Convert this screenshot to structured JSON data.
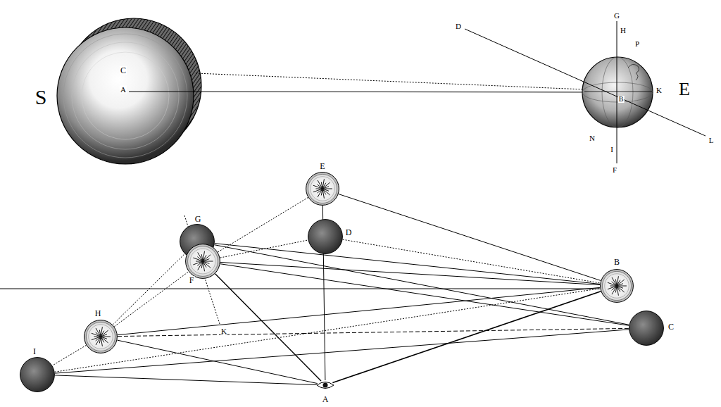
{
  "diagram": {
    "nodes": [
      {
        "text": [
          "E"
        ]
      },
      {
        "text": [
          "G"
        ]
      },
      {
        "text": [
          "D"
        ]
      },
      {
        "text": [
          "F"
        ]
      },
      {
        "text": [
          "B"
        ]
      },
      {
        "text": [
          "C"
        ]
      },
      {
        "text": [
          "H"
        ]
      },
      {
        "text": [
          "I"
        ]
      },
      {
        "text": [
          "A"
        ]
      }
    ],
    "edges": [
      {
        "from": 8,
        "to": 0,
        "arrow": "none"
      },
      {
        "from": 8,
        "to": 3,
        "arrow": "none"
      },
      {
        "from": 8,
        "to": 4,
        "arrow": "none"
      },
      {
        "from": 8,
        "to": 6,
        "arrow": "none"
      },
      {
        "from": 8,
        "to": 7,
        "arrow": "none"
      },
      {
        "from": 0,
        "to": 4,
        "arrow": "none"
      },
      {
        "from": 2,
        "to": 4,
        "arrow": "none"
      },
      {
        "from": 1,
        "to": 4,
        "arrow": "none"
      },
      {
        "from": 3,
        "to": 4,
        "arrow": "none"
      },
      {
        "from": 6,
        "to": 4,
        "arrow": "none"
      },
      {
        "from": 7,
        "to": 4,
        "arrow": "none"
      },
      {
        "from": 1,
        "to": 5,
        "arrow": "none"
      },
      {
        "from": 3,
        "to": 5,
        "arrow": "none"
      },
      {
        "from": 6,
        "to": 5,
        "arrow": "none"
      },
      {
        "from": 7,
        "to": 5,
        "arrow": "none"
      },
      {
        "from": 6,
        "to": 7,
        "arrow": "none"
      },
      {
        "from": 6,
        "to": 3,
        "arrow": "none"
      },
      {
        "from": 3,
        "to": 0,
        "arrow": "none"
      },
      {
        "from": 3,
        "to": 2,
        "arrow": "none"
      },
      {
        "from": 6,
        "to": 1,
        "arrow": "none"
      }
    ],
    "labels": [
      "S",
      "C",
      "A",
      "D",
      "G",
      "H",
      "P",
      "E",
      "K",
      "B",
      "N",
      "I",
      "F",
      "L",
      "K"
    ]
  }
}
